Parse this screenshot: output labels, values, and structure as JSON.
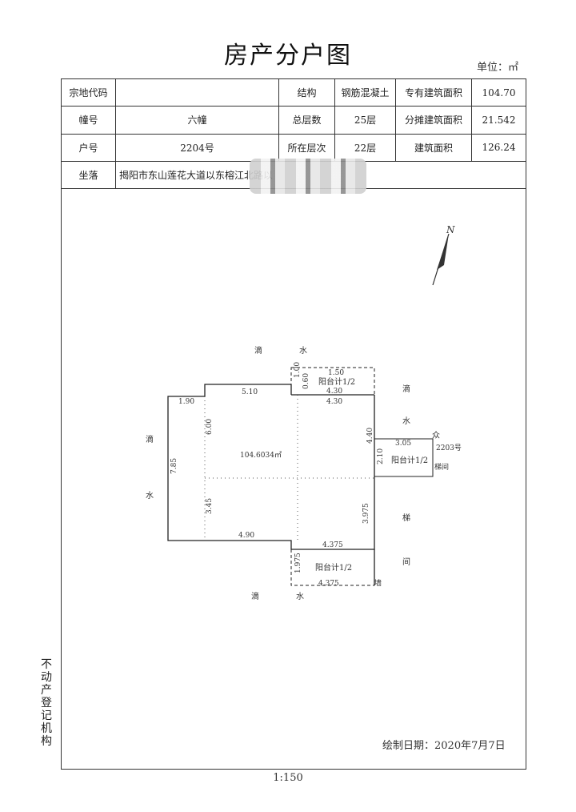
{
  "title": "房产分户图",
  "unit": "单位：㎡",
  "table": {
    "row1": [
      "宗地代码",
      "",
      "结构",
      "钢筋混凝土",
      "专有建筑面积",
      "104.70"
    ],
    "row2": [
      "幢号",
      "六幢",
      "总层数",
      "25层",
      "分摊建筑面积",
      "21.542"
    ],
    "row3": [
      "户号",
      "2204号",
      "所在层次",
      "22层",
      "建筑面积",
      "126.24"
    ],
    "row4": [
      "坐落",
      "揭阳市东山莲花大道以东榕江北路以"
    ]
  },
  "plan": {
    "north": "N",
    "area": "104.6034㎡",
    "dims": [
      "1.90",
      "5.10",
      "6.00",
      "7.85",
      "3.45",
      "4.90",
      "1.00",
      "0.60",
      "4.30",
      "4.30",
      "4.40",
      "2.10",
      "3.975",
      "1.975",
      "4.375",
      "4.375",
      "3.05",
      "1.50"
    ],
    "balconies": [
      "阳台计1/2",
      "阳台计1/2",
      "阳台计1/2"
    ],
    "labels": {
      "drip_top_1": "滴",
      "drip_top_2": "水",
      "drip_left_1": "滴",
      "drip_left_2": "水",
      "drip_right_1": "滴",
      "drip_right_2": "水",
      "drip_bottom_1": "滴",
      "drip_bottom_2": "水",
      "neighbor_1": "众",
      "neighbor_2": "2203号",
      "stair_1": "梯间",
      "stair_2": "梯",
      "stair_3": "间",
      "wall": "墙"
    }
  },
  "side_note": [
    "不",
    "动",
    "产",
    "登",
    "记",
    "机",
    "构"
  ],
  "date": "绘制日期：2020年7月7日",
  "scale": "1:150"
}
